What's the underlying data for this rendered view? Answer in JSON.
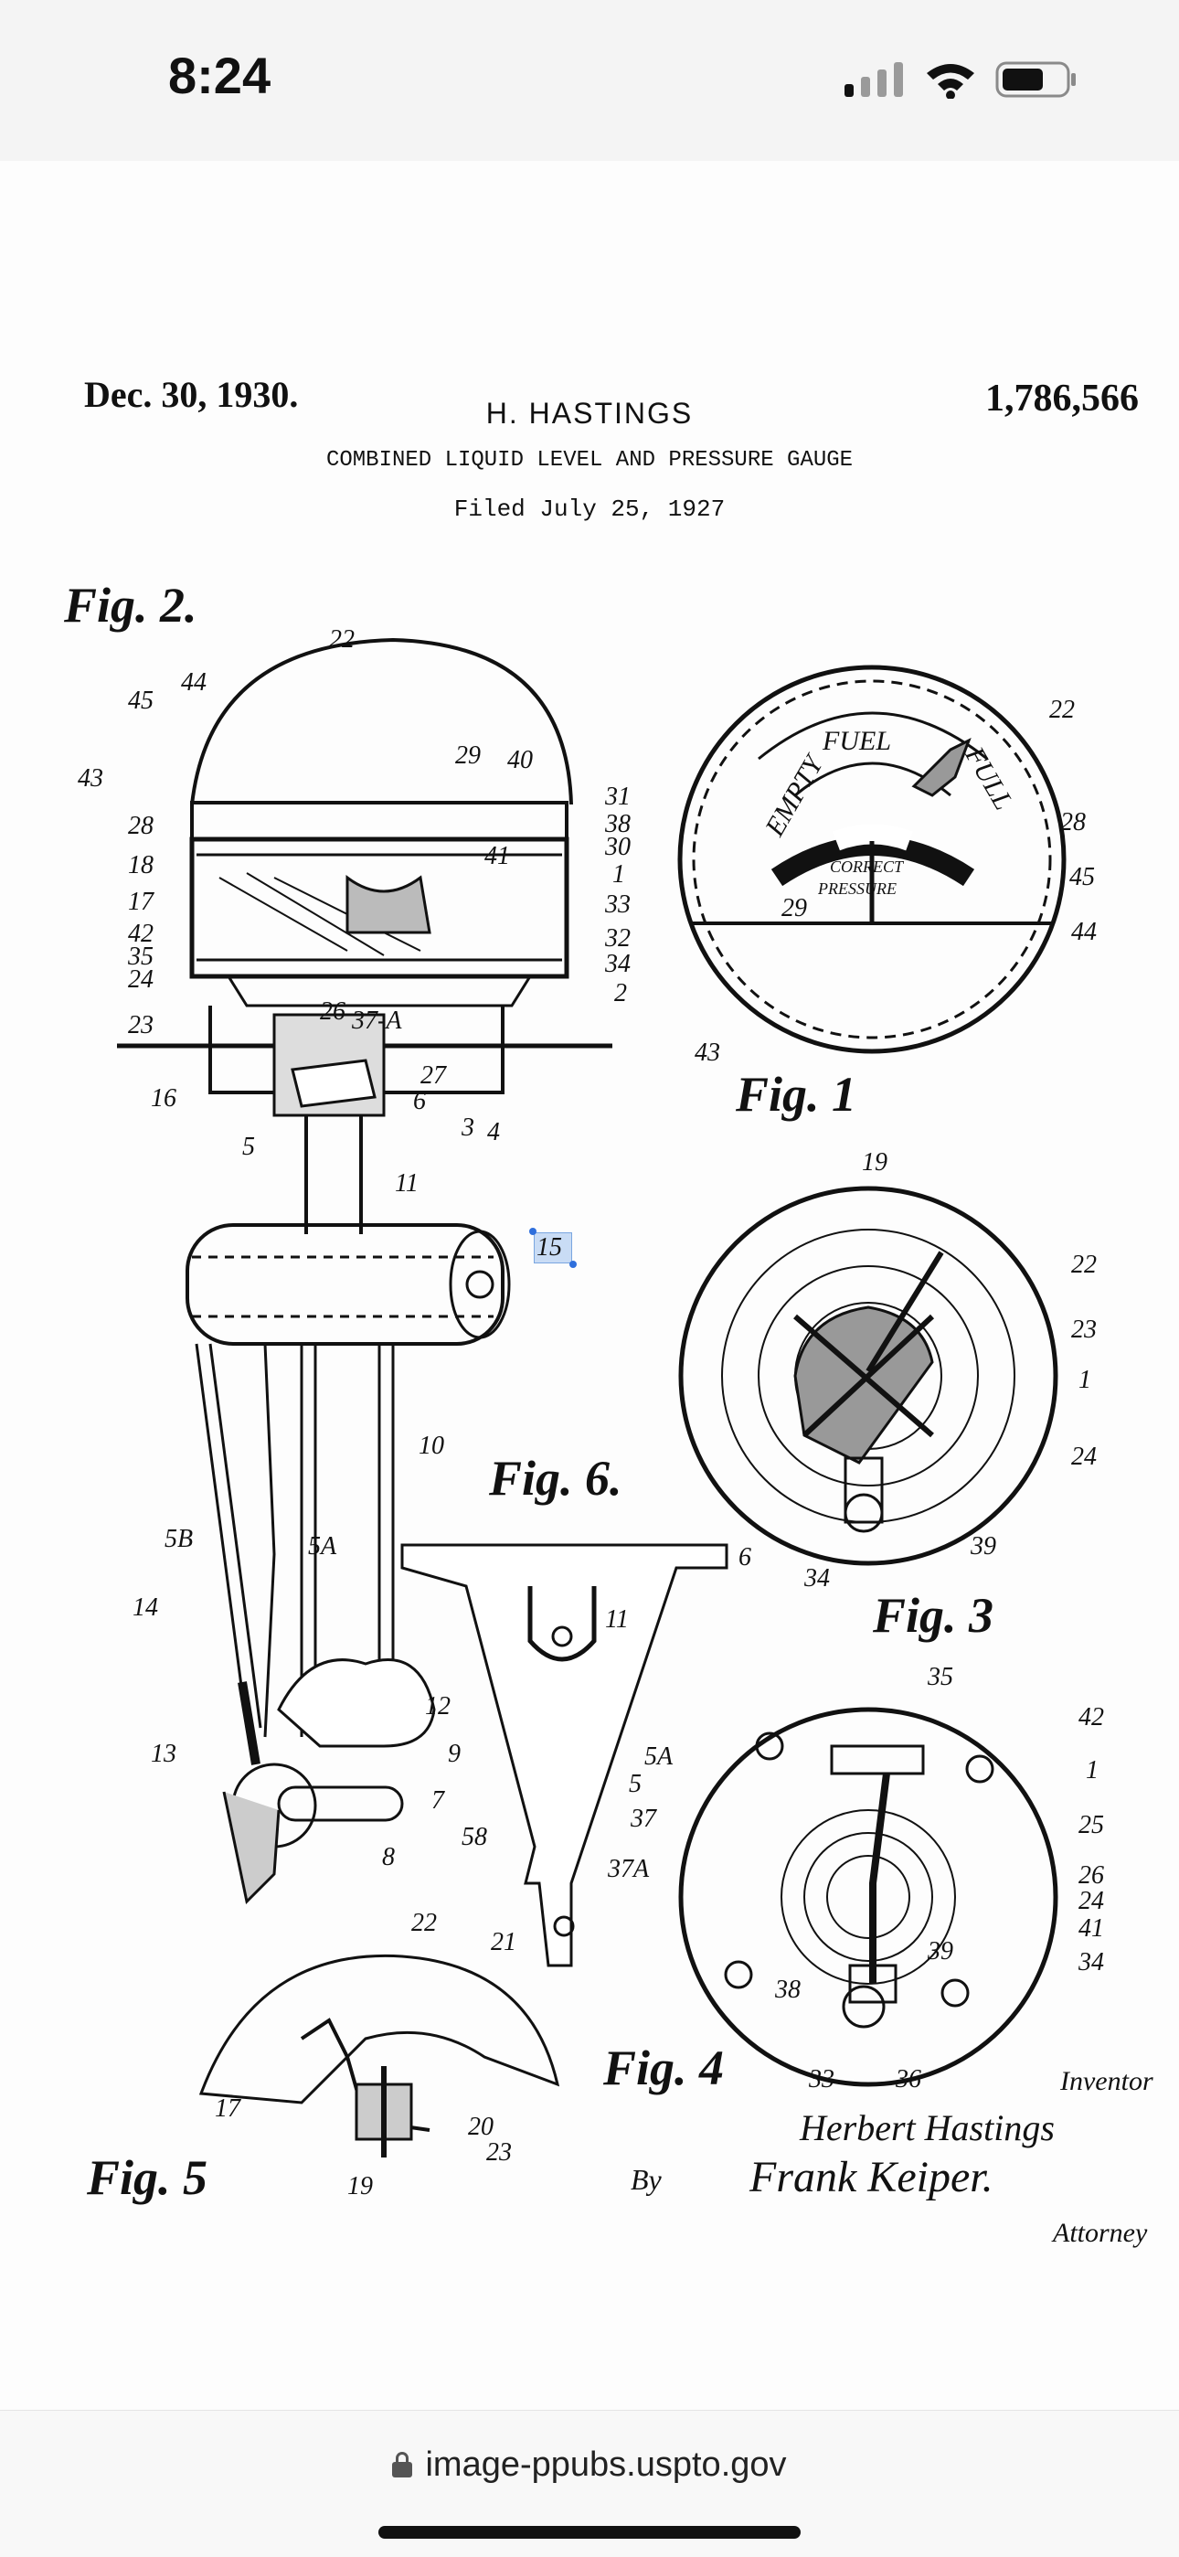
{
  "status_bar": {
    "time": "8:24"
  },
  "patent": {
    "date": "Dec. 30, 1930.",
    "inventor_header": "H. HASTINGS",
    "number": "1,786,566",
    "title": "COMBINED LIQUID LEVEL AND PRESSURE GAUGE",
    "filed": "Filed July 25, 1927",
    "figures": [
      "Fig. 2.",
      "Fig. 1",
      "Fig. 6.",
      "Fig. 3",
      "Fig. 4",
      "Fig. 5"
    ],
    "gauge_text": {
      "empty": "EMPTY",
      "fuel": "FUEL",
      "full": "FULL",
      "correct": "CORRECT",
      "pressure": "PRESSURE"
    },
    "selected_label": "15",
    "inventor_caption": "Inventor",
    "inventor_signature": "Herbert Hastings",
    "by": "By",
    "attorney_signature": "Frank Keiper.",
    "attorney_caption": "Attorney"
  },
  "browser": {
    "url": "image-ppubs.uspto.gov"
  }
}
